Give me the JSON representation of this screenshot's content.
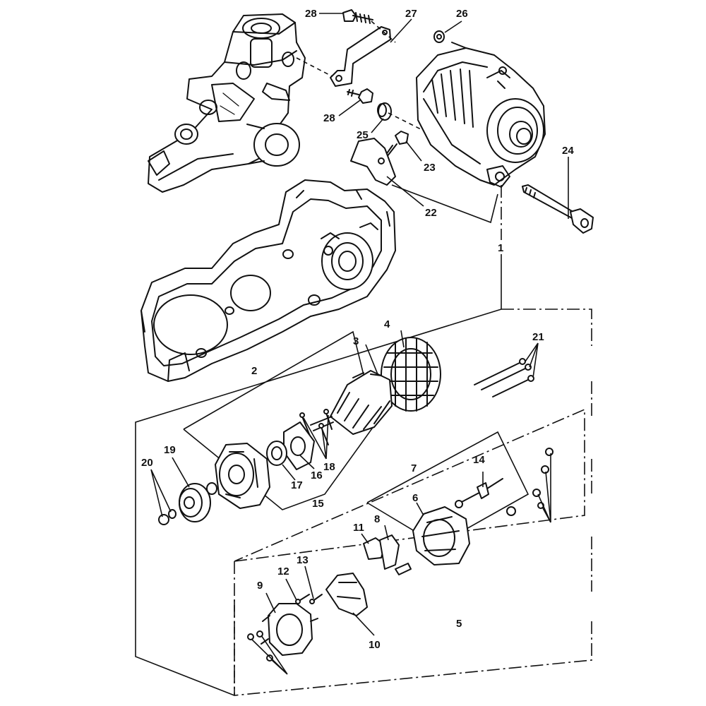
{
  "callouts": {
    "c1": "1",
    "c2": "2",
    "c3": "3",
    "c4": "4",
    "c5": "5",
    "c6": "6",
    "c7": "7",
    "c8": "8",
    "c9": "9",
    "c10": "10",
    "c11": "11",
    "c12": "12",
    "c13": "13",
    "c14": "14",
    "c15": "15",
    "c16": "16",
    "c17": "17",
    "c18": "18",
    "c19": "19",
    "c20": "20",
    "c21": "21",
    "c22": "22",
    "c23": "23",
    "c24": "24",
    "c25": "25",
    "c26": "26",
    "c27": "27",
    "c28a": "28",
    "c28b": "28"
  }
}
